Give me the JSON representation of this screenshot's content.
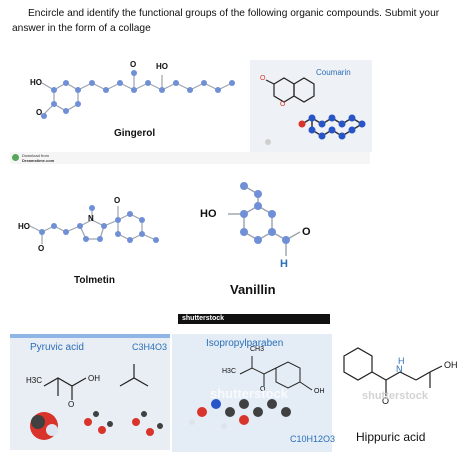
{
  "instructions": {
    "line1": "Encircle  and identify the functional groups of the following organic compounds.  Submit your",
    "line2": "answer in the form of a collage"
  },
  "panels": {
    "gingerol": {
      "name": "Gingerol",
      "label_ho": "HO",
      "label_o_top": "O",
      "label_o_bottom": "O",
      "label_ho_left": "HO"
    },
    "coumarin": {
      "name": "Coumarin",
      "label_o1": "O",
      "label_o2": "O"
    },
    "dreamstime": {
      "source_line1": "Download from",
      "source_line2": "Dreamstime.com"
    },
    "tolmetin": {
      "name": "Tolmetin",
      "label_ho": "HO",
      "label_n": "N",
      "label_o1": "O",
      "label_o2": "O"
    },
    "vanillin": {
      "name": "Vanillin",
      "label_ho": "HO",
      "label_h": "H",
      "label_o": "O"
    },
    "shutterstock_bar": {
      "text": "shutterstock"
    },
    "pyruvic": {
      "name": "Pyruvic acid",
      "formula": "C3H4O3",
      "label_h3c": "H3C",
      "label_oh": "OH",
      "label_o": "O"
    },
    "isopropyl": {
      "name": "Isopropylparaben",
      "formula": "C10H12O3",
      "label_ch3": "CH3",
      "label_h3c": "H3C",
      "label_oh": "OH",
      "label_o": "O",
      "watermark": "shutterstock"
    },
    "hippuric": {
      "name": "Hippuric acid",
      "label_n": "N",
      "label_h": "H",
      "label_oh": "OH",
      "label_o": "O",
      "watermark": "shutterstock"
    }
  },
  "colors": {
    "atom_blue": "#6f8fd6",
    "bond_gray": "#9aa3ad",
    "title_blue": "#2a6fb8",
    "header_bar": "#8fb4e6",
    "oxygen_red": "#d9342b",
    "nitrogen_blue": "#2754c9",
    "carbon_dark": "#404040"
  }
}
